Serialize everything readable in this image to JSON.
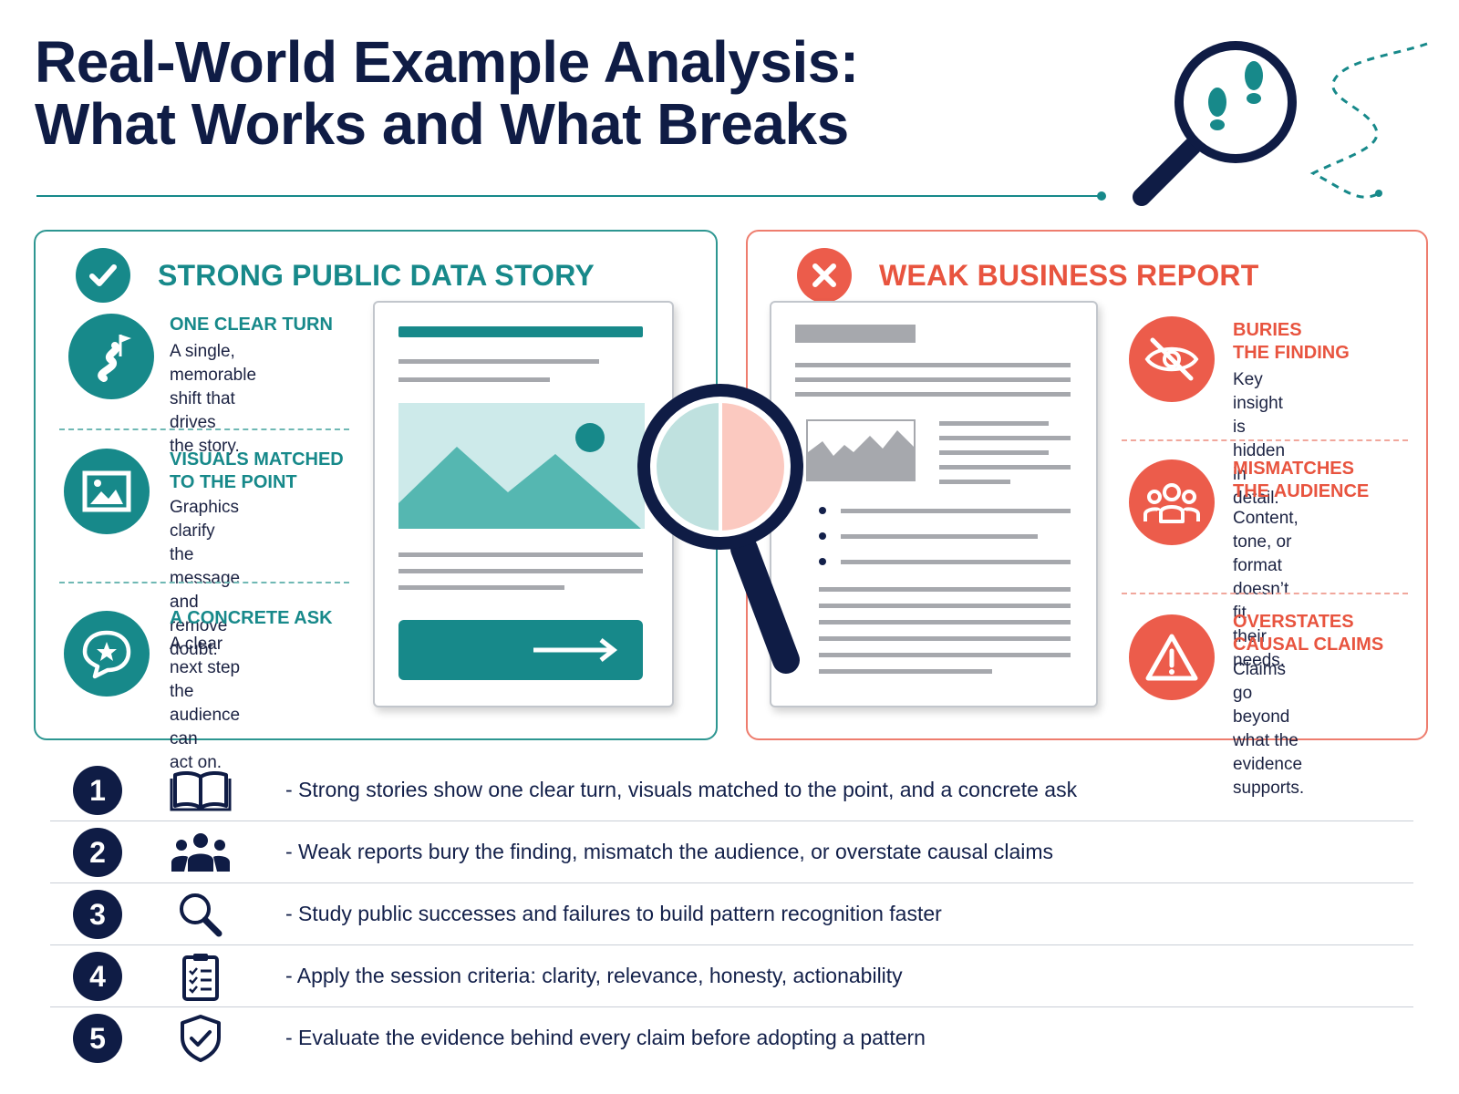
{
  "title": {
    "line1": "Real-World Example Analysis:",
    "line2": "What Works and What Breaks"
  },
  "colors": {
    "navy": "#0f1c45",
    "teal": "#17898a",
    "coral": "#ec5c4b"
  },
  "strong_panel": {
    "heading": "STRONG PUBLIC DATA STORY",
    "icon": "check-icon",
    "features": [
      {
        "title_lines": [
          "ONE CLEAR TURN"
        ],
        "desc_lines": [
          "A single, memorable",
          "shift that drives",
          "the story."
        ],
        "icon": "winding-road-flag-icon"
      },
      {
        "title_lines": [
          "VISUALS MATCHED",
          "TO THE POINT"
        ],
        "desc_lines": [
          "Graphics clarify",
          "the message and",
          "remove doubt."
        ],
        "icon": "image-icon"
      },
      {
        "title_lines": [
          "A CONCRETE ASK"
        ],
        "desc_lines": [
          "A clear next step",
          "the audience can",
          "act on."
        ],
        "icon": "star-speech-bubble-icon"
      }
    ]
  },
  "weak_panel": {
    "heading": "WEAK BUSINESS REPORT",
    "icon": "x-icon",
    "features": [
      {
        "title_lines": [
          "BURIES",
          "THE FINDING"
        ],
        "desc_lines": [
          "Key insight is hidden",
          "in detail."
        ],
        "icon": "eye-slash-icon"
      },
      {
        "title_lines": [
          "MISMATCHES",
          "THE AUDIENCE"
        ],
        "desc_lines": [
          "Content, tone, or",
          "format doesn’t fit",
          "their needs."
        ],
        "icon": "people-group-icon"
      },
      {
        "title_lines": [
          "OVERSTATES",
          "CAUSAL CLAIMS"
        ],
        "desc_lines": [
          "Claims go beyond",
          "what the evidence",
          "supports."
        ],
        "icon": "warning-triangle-icon"
      }
    ]
  },
  "takeaways": [
    {
      "number": "1",
      "icon": "open-book-icon",
      "text": "- Strong stories show one clear turn, visuals matched to the point, and a concrete ask"
    },
    {
      "number": "2",
      "icon": "people-group-icon",
      "text": "- Weak reports bury the finding, mismatch the audience, or overstate causal claims"
    },
    {
      "number": "3",
      "icon": "magnifier-icon",
      "text": "- Study public successes and failures to build pattern recognition faster"
    },
    {
      "number": "4",
      "icon": "clipboard-checklist-icon",
      "text": "- Apply the session criteria: clarity, relevance, honesty, actionability"
    },
    {
      "number": "5",
      "icon": "shield-check-icon",
      "text": "- Evaluate the evidence behind every claim before adopting a pattern"
    }
  ]
}
